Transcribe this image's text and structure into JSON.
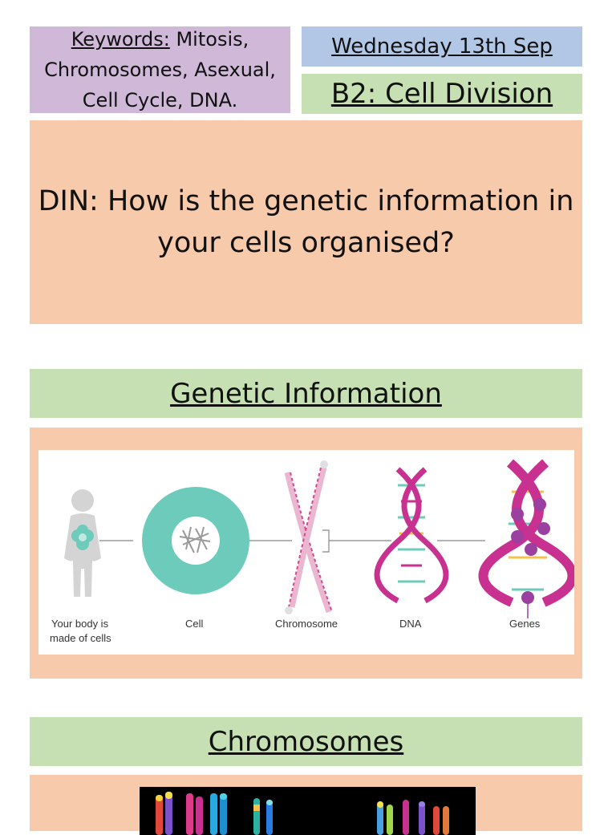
{
  "keywords": {
    "label": "Keywords:",
    "line1": " Mitosis,",
    "line2": "Chromosomes, Asexual,",
    "line3": "Cell Cycle, DNA."
  },
  "date": "Wednesday 13th Sep",
  "lesson_title": "B2: Cell Division",
  "din": {
    "line1": "DIN: How is the genetic information in",
    "line2": "your cells organised?"
  },
  "section1": {
    "heading": "Genetic Information"
  },
  "diagram": {
    "captions": [
      "Your body is",
      "made of cells",
      "Cell",
      "Chromosome",
      "DNA",
      "Genes"
    ]
  },
  "section2": {
    "heading": "Chromosomes"
  },
  "colors": {
    "purple": "#d0b8d8",
    "blue": "#b2c6e6",
    "green": "#c6e0b4",
    "peach": "#f7caab",
    "teal": "#6ccbbb",
    "magenta": "#c8318f"
  }
}
